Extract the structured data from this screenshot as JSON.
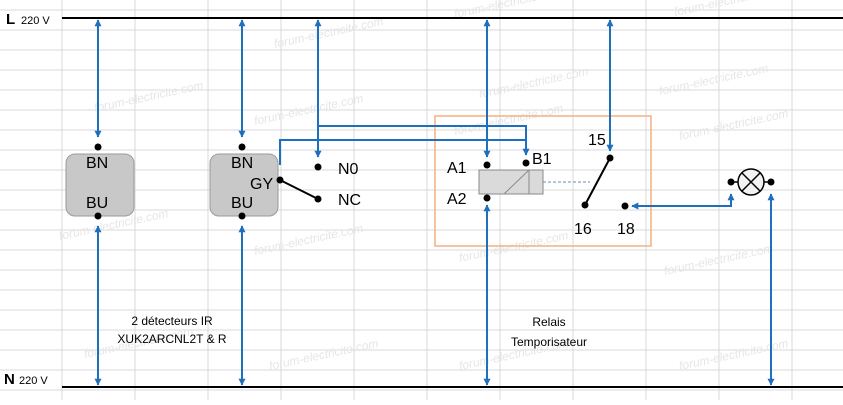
{
  "rails": {
    "live": {
      "letter": "L",
      "voltage": "220 V"
    },
    "neutral": {
      "letter": "N",
      "voltage": "220 V"
    }
  },
  "detector1": {
    "top_terminal": "BN",
    "bottom_terminal": "BU"
  },
  "detector2": {
    "top_terminal": "BN",
    "gray_terminal": "GY",
    "bottom_terminal": "BU"
  },
  "switch_contacts": {
    "no_label": "N0",
    "nc_label": "NC"
  },
  "relay": {
    "a1": "A1",
    "a2": "A2",
    "b1": "B1",
    "t15": "15",
    "t16": "16",
    "t18": "18"
  },
  "captions": {
    "detectors_line1": "2 détecteurs IR",
    "detectors_line2": "XUK2ARCNL2T & R",
    "relay_line1": "Relais",
    "relay_line2": "Temporisateur"
  },
  "watermark": "forum-electricite.com",
  "colors": {
    "wire": "#1f6fbf",
    "rail": "#000000",
    "grid": "#d9d9d9",
    "relay_frame": "#f4b183",
    "detector_fill": "#c8c8c8",
    "watermark": "#e6e6e6"
  }
}
